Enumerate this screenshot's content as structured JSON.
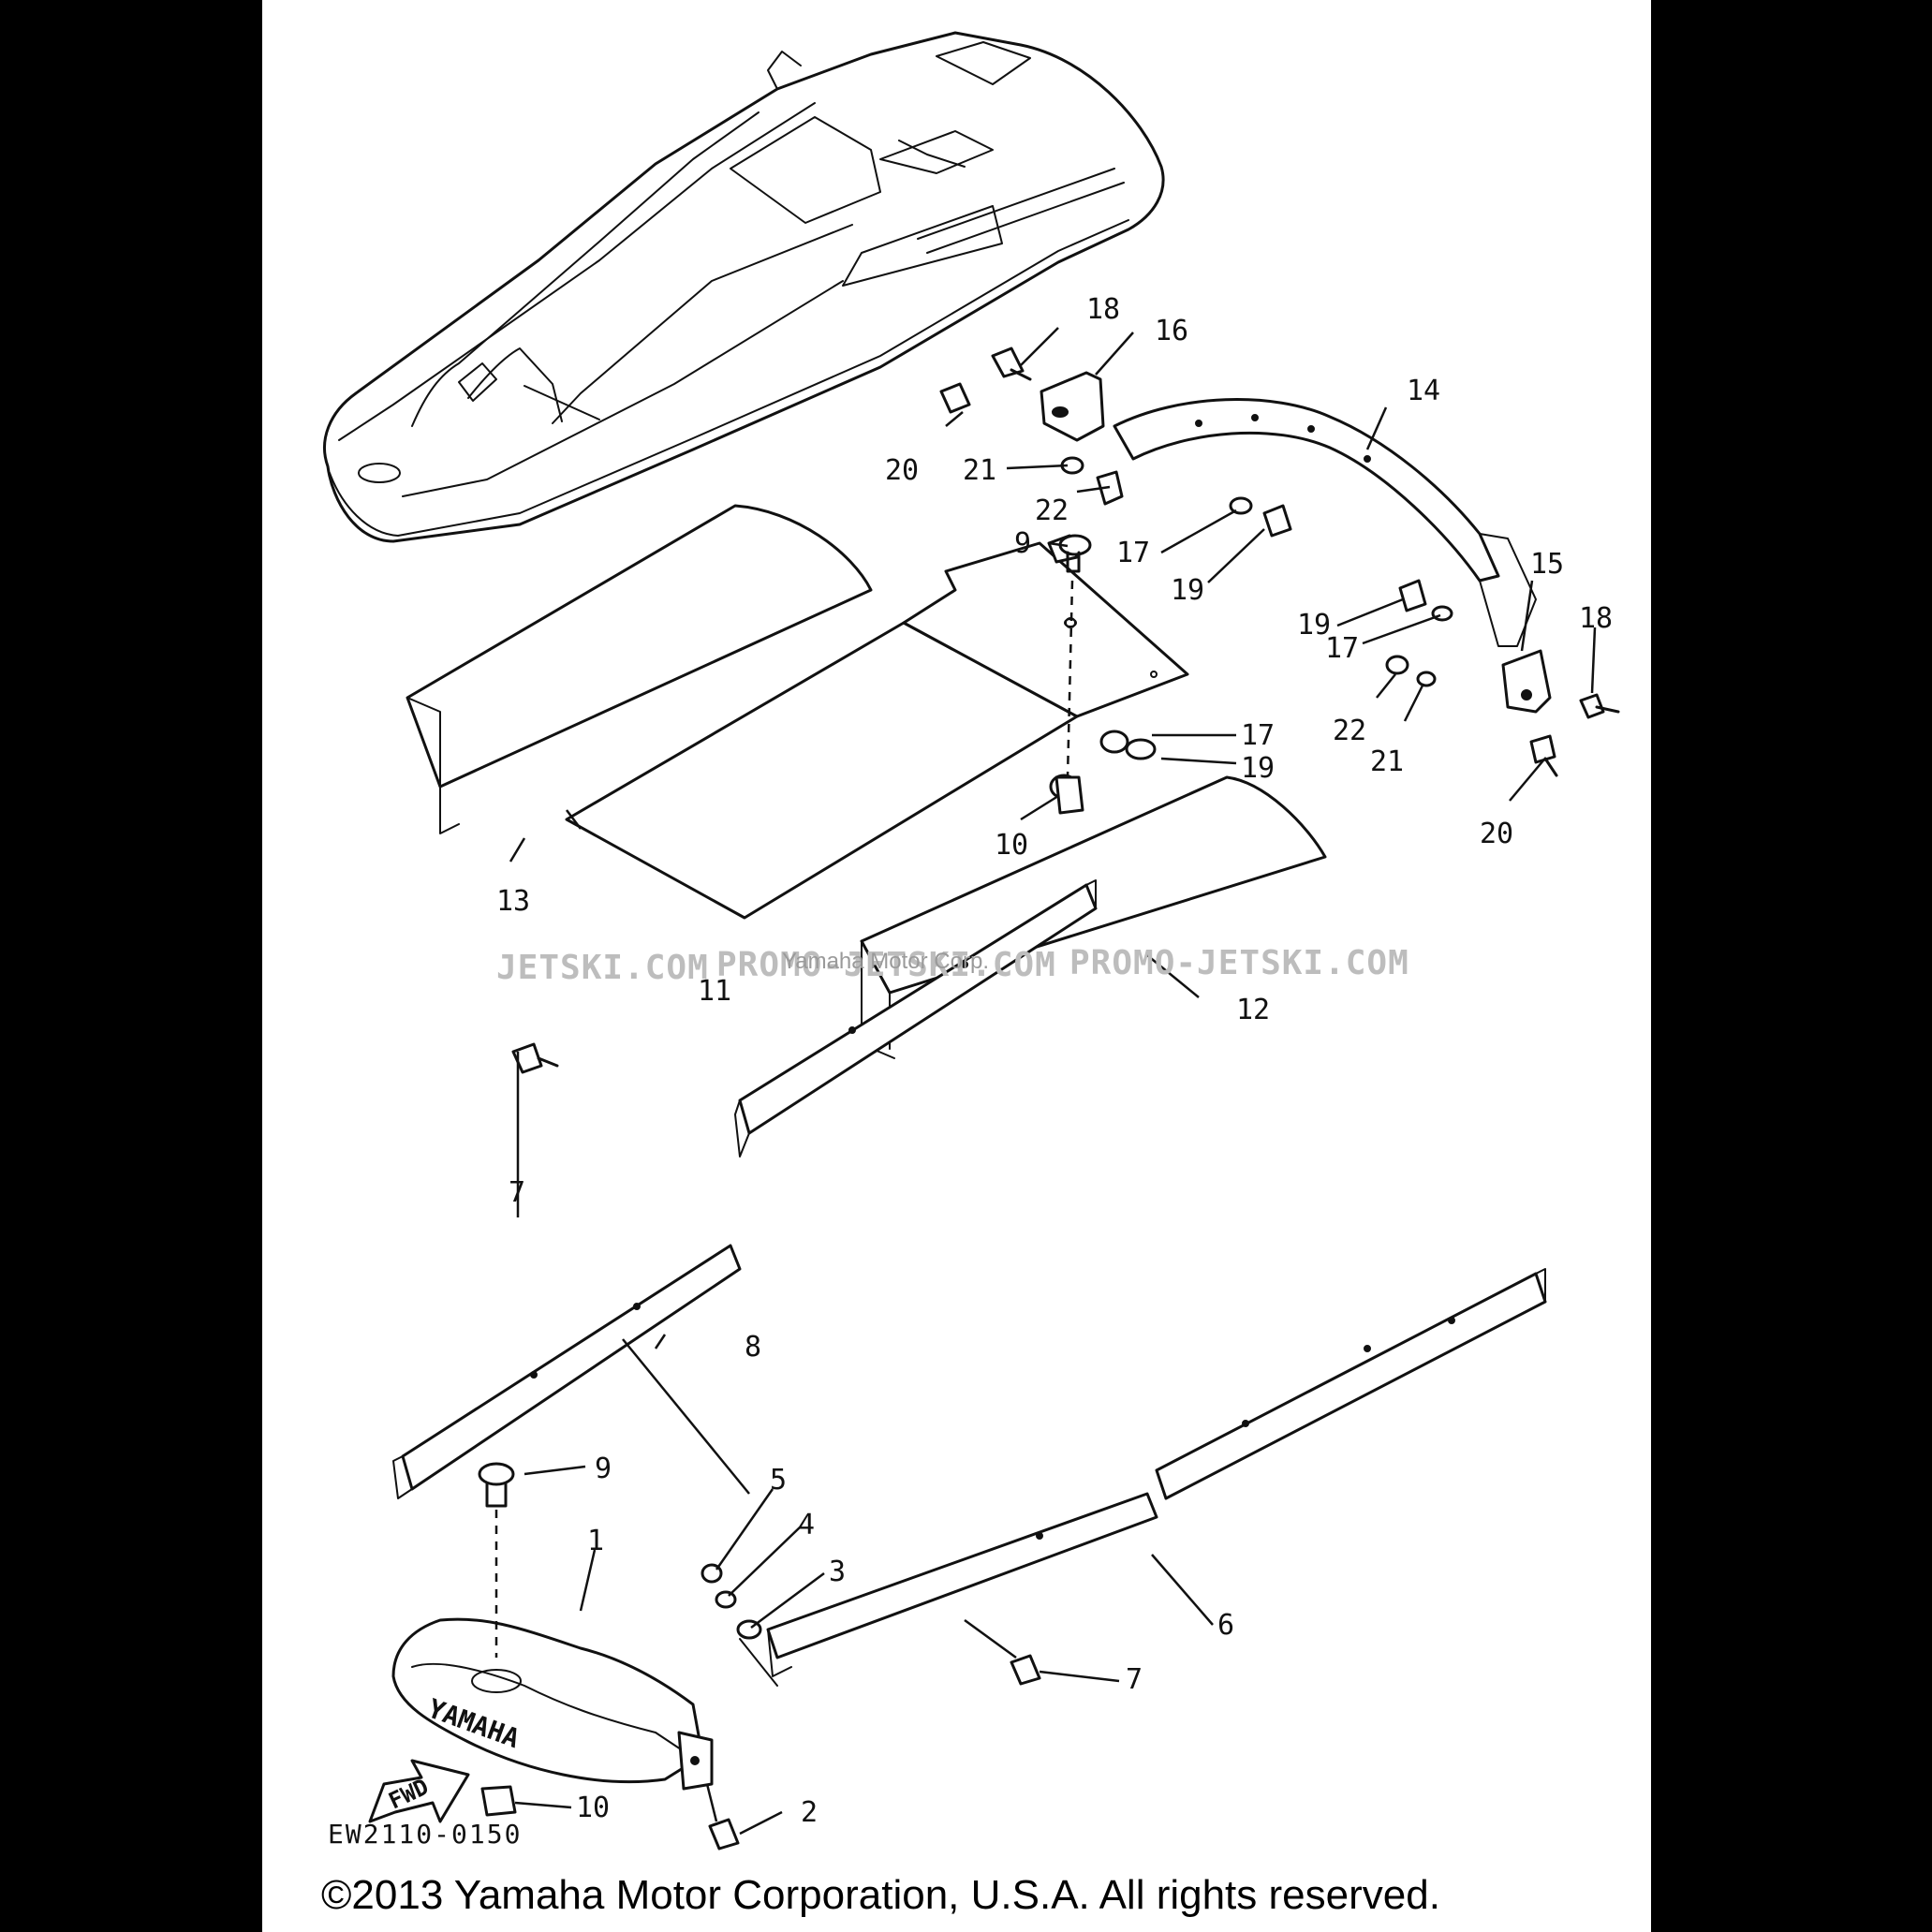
{
  "diagram": {
    "drawing_code": "EW2110-0150",
    "copyright": "©2013 Yamaha Motor Corporation, U.S.A. All rights reserved.",
    "watermark": {
      "left": "JETSKI.COM",
      "middle": "PROMO-JETSKI.COM",
      "right": "PROMO-JETSKI.COM",
      "credit": "Yamaha Motor Corp."
    },
    "stamps": {
      "brand": "YAMAHA",
      "direction_arrow": "FWD"
    },
    "callouts": {
      "c1": "1",
      "c2": "2",
      "c3": "3",
      "c4": "4",
      "c5": "5",
      "c6": "6",
      "c7a": "7",
      "c7b": "7",
      "c8": "8",
      "c9a": "9",
      "c9b": "9",
      "c10a": "10",
      "c10b": "10",
      "c11": "11",
      "c12": "12",
      "c13": "13",
      "c14": "14",
      "c15": "15",
      "c16": "16",
      "c17a": "17",
      "c17b": "17",
      "c17c": "17",
      "c18a": "18",
      "c18b": "18",
      "c19a": "19",
      "c19b": "19",
      "c19c": "19",
      "c20a": "20",
      "c20b": "20",
      "c21a": "21",
      "c21b": "21",
      "c22a": "22",
      "c22b": "22"
    }
  }
}
